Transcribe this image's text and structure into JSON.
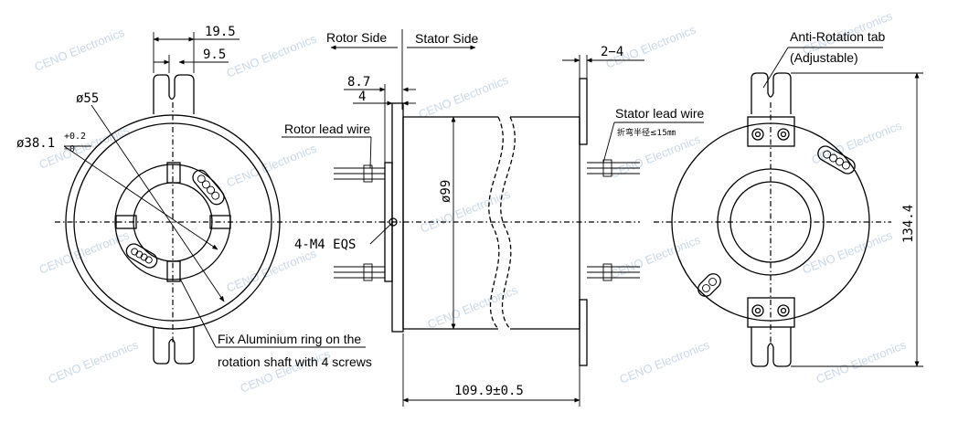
{
  "watermark": "CENO Electronics",
  "labels": {
    "rotor_side": "Rotor Side",
    "stator_side": "Stator Side",
    "rotor_lead_wire": "Rotor lead wire",
    "stator_lead_wire": "Stator lead wire",
    "stator_wire_note": "折弯半径≤15㎜",
    "screws": "4-M4 EQS",
    "anti_rotation_line1": "Anti-Rotation tab",
    "anti_rotation_line2": "(Adjustable)",
    "fix_ring_line1": "Fix Aluminium ring on the",
    "fix_ring_line2": "rotation shaft with 4 screws"
  },
  "dimensions": {
    "top_width": "19.5",
    "tab_width": "9.5",
    "outer_dia": "ø55",
    "bore_dia_main": "ø38.1",
    "bore_tol_upper": "+0.2",
    "bore_tol_lower": "−0",
    "flange_offset": "8.7",
    "flange_thick": "4",
    "body_dia": "ø99",
    "tab_thickness": "2−4",
    "length": "109.9±0.5",
    "height": "134.4"
  }
}
